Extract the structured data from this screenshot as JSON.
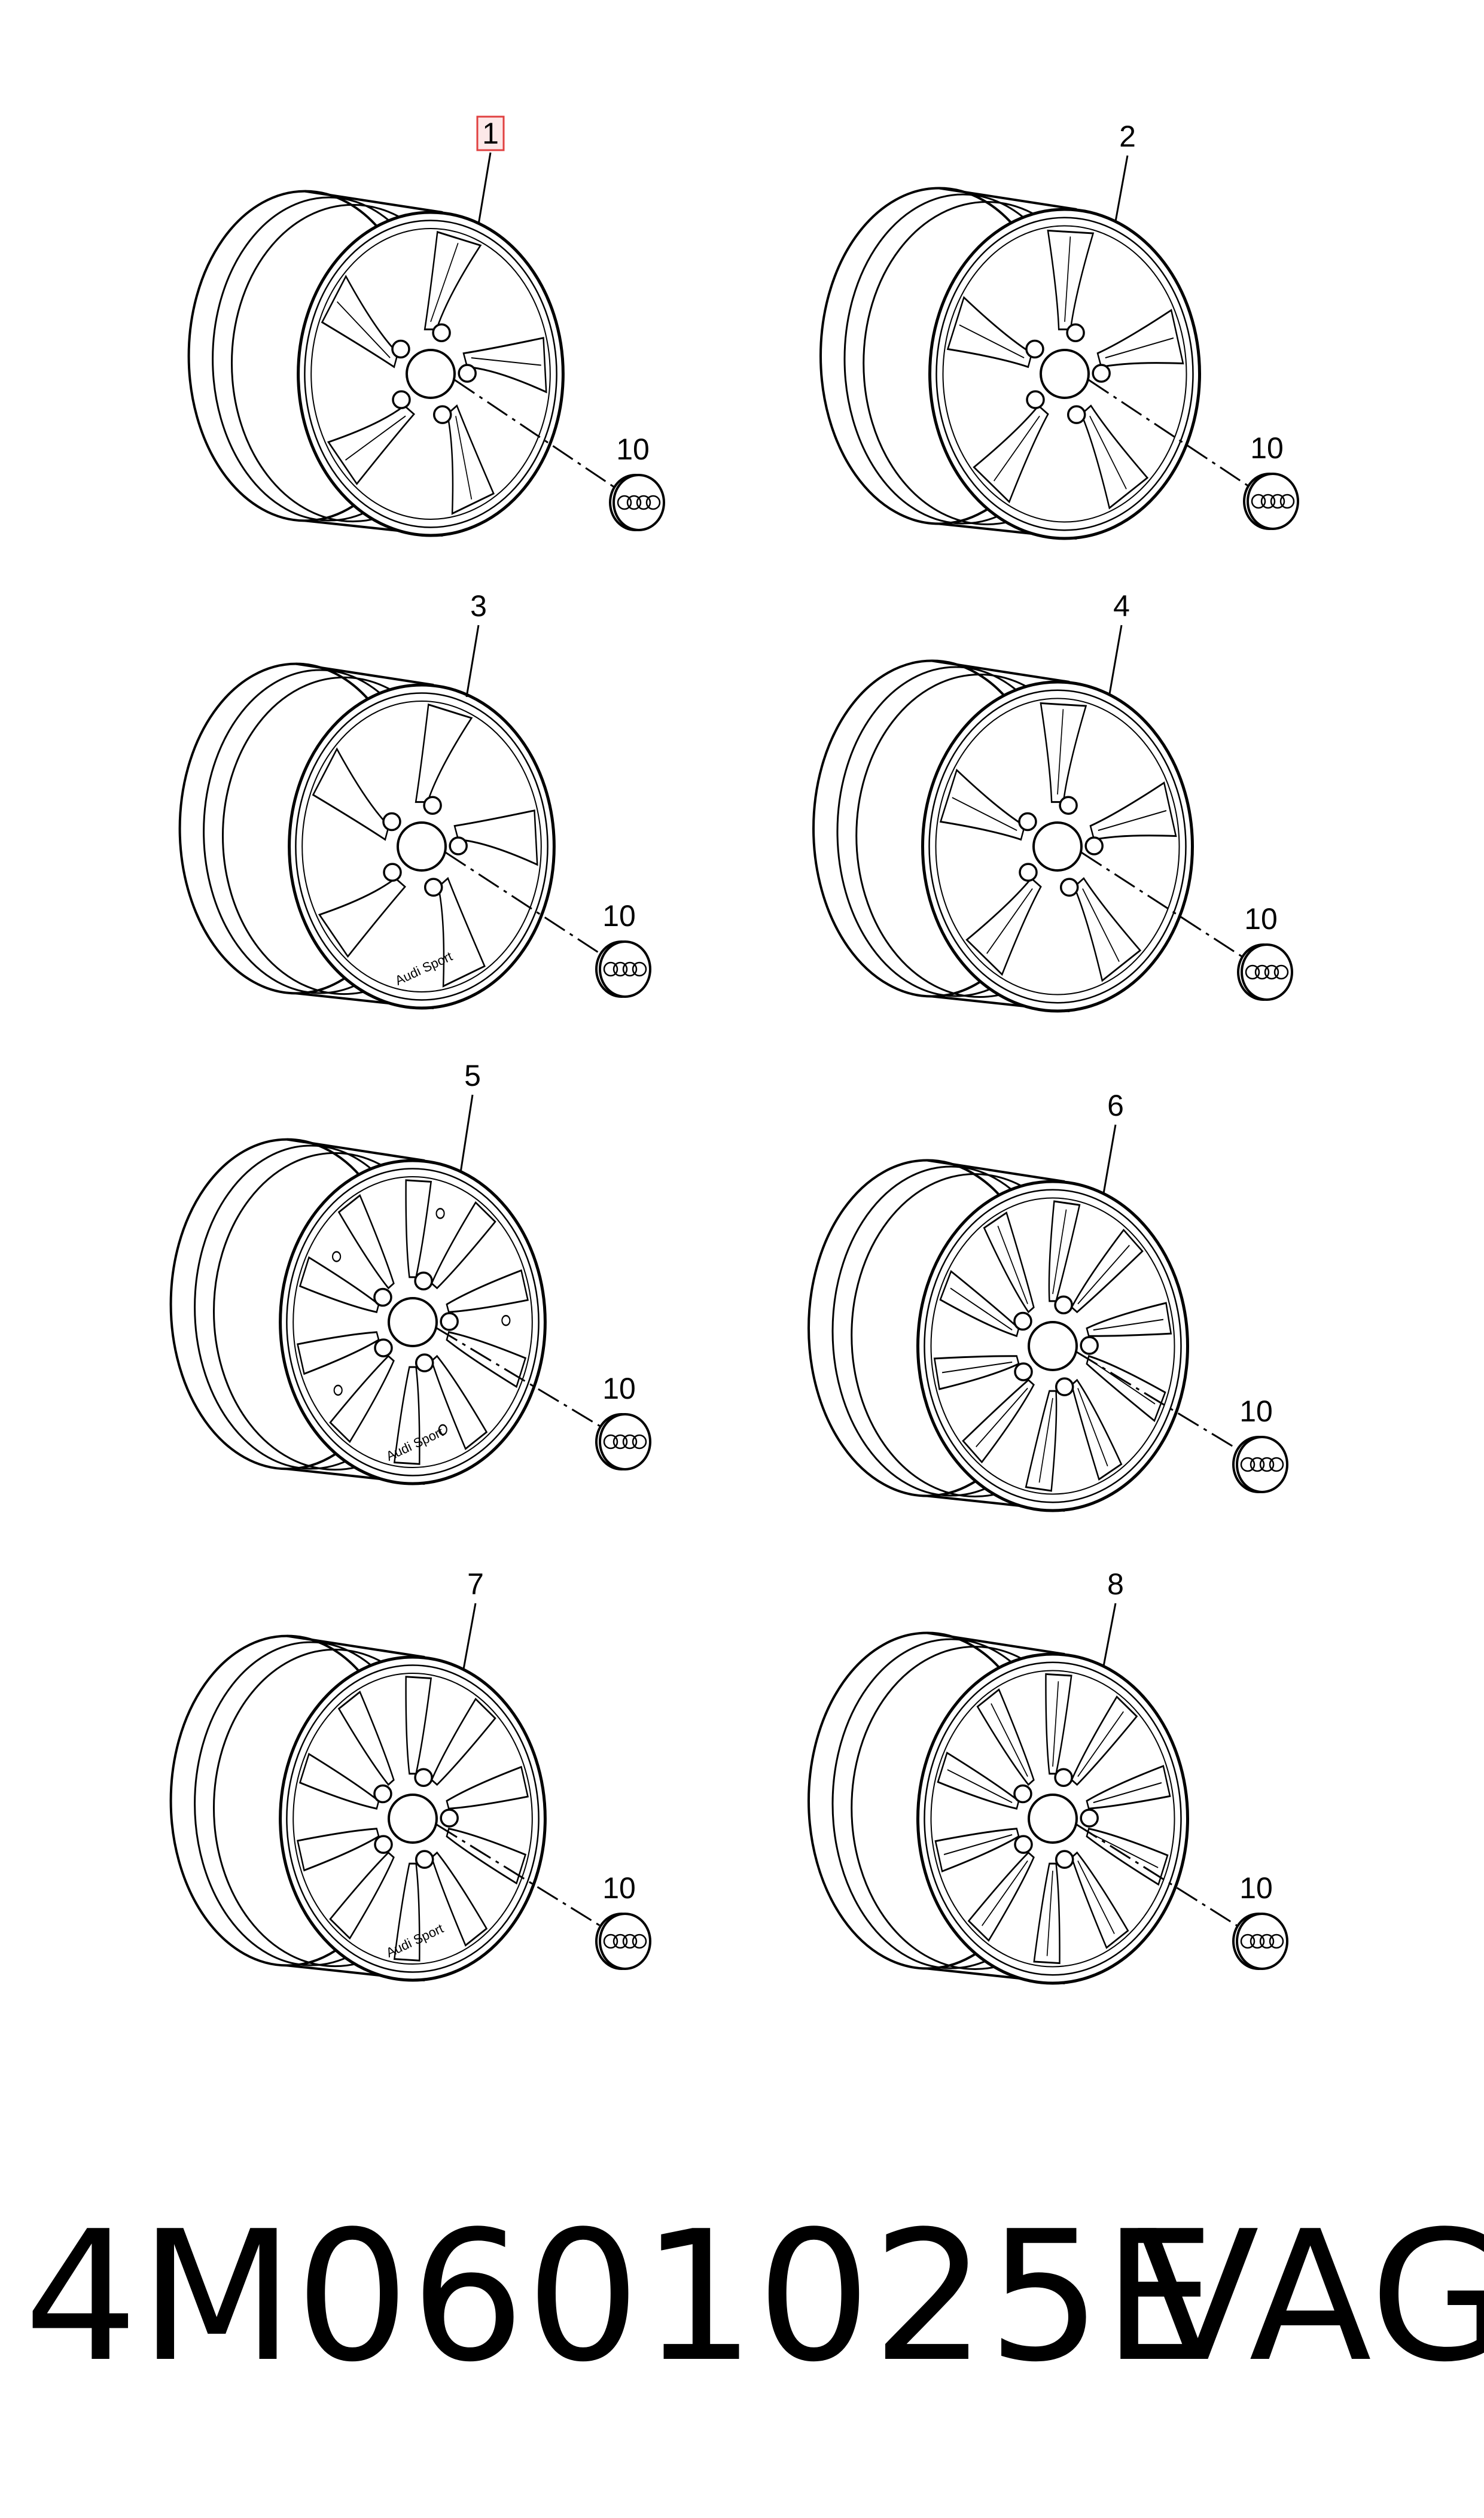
{
  "diagram": {
    "wheels": [
      {
        "label": "1",
        "style": "twin5-curved",
        "selected": true
      },
      {
        "label": "2",
        "style": "y5-sharp",
        "selected": false
      },
      {
        "label": "3",
        "style": "rotor5",
        "selected": false,
        "inscription": "Audi Sport"
      },
      {
        "label": "4",
        "style": "split5-slim",
        "selected": false
      },
      {
        "label": "5",
        "style": "blade10-bolted",
        "selected": false,
        "inscription": "Audi Sport"
      },
      {
        "label": "6",
        "style": "twin10-tapered",
        "selected": false
      },
      {
        "label": "7",
        "style": "radial10",
        "selected": false,
        "inscription": "Audi Sport"
      },
      {
        "label": "8",
        "style": "star-y",
        "selected": false
      }
    ],
    "center_cap_label": "10",
    "center_cap_logo": "four-rings-icon"
  },
  "footer": {
    "part_number": "4M0601025E",
    "brand": "VAG"
  },
  "colors": {
    "line": "#000000",
    "background": "#ffffff",
    "selection_fill": "#fde8e8",
    "selection_stroke": "#e04040"
  }
}
